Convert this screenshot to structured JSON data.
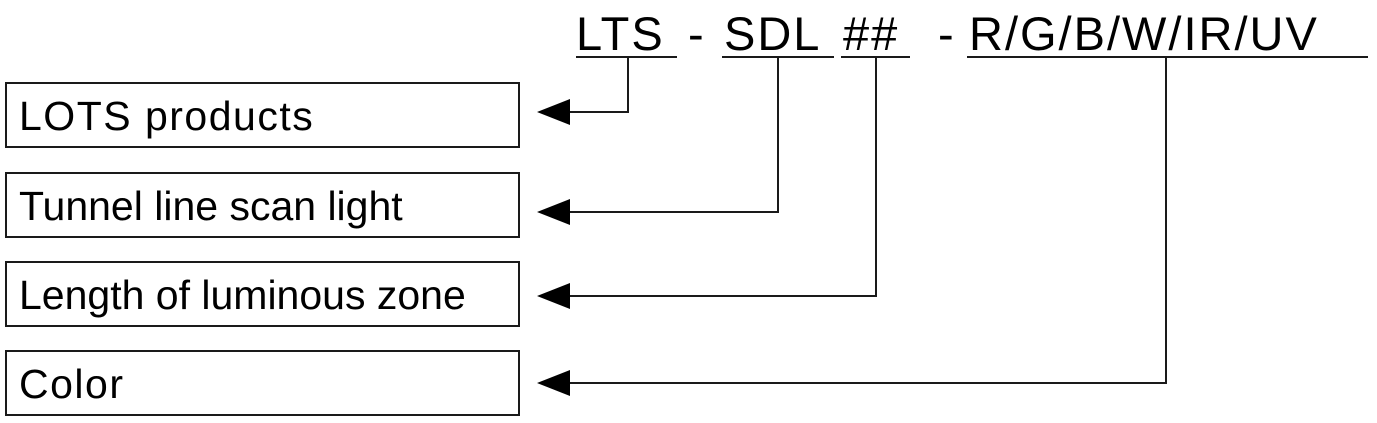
{
  "code": {
    "segments": {
      "prefix": "LTS",
      "series": "SDL",
      "length": "##",
      "color": "R/G/B/W/IR/UV"
    },
    "separators": [
      "-",
      "-"
    ]
  },
  "legend": [
    {
      "label": "LOTS products",
      "points_to": "prefix"
    },
    {
      "label": "Tunnel line scan light",
      "points_to": "series"
    },
    {
      "label": "Length of luminous zone",
      "points_to": "length"
    },
    {
      "label": "Color",
      "points_to": "color"
    }
  ],
  "colors": {
    "ink": "#000000",
    "line": "#1a1a1a",
    "background": "#ffffff"
  }
}
